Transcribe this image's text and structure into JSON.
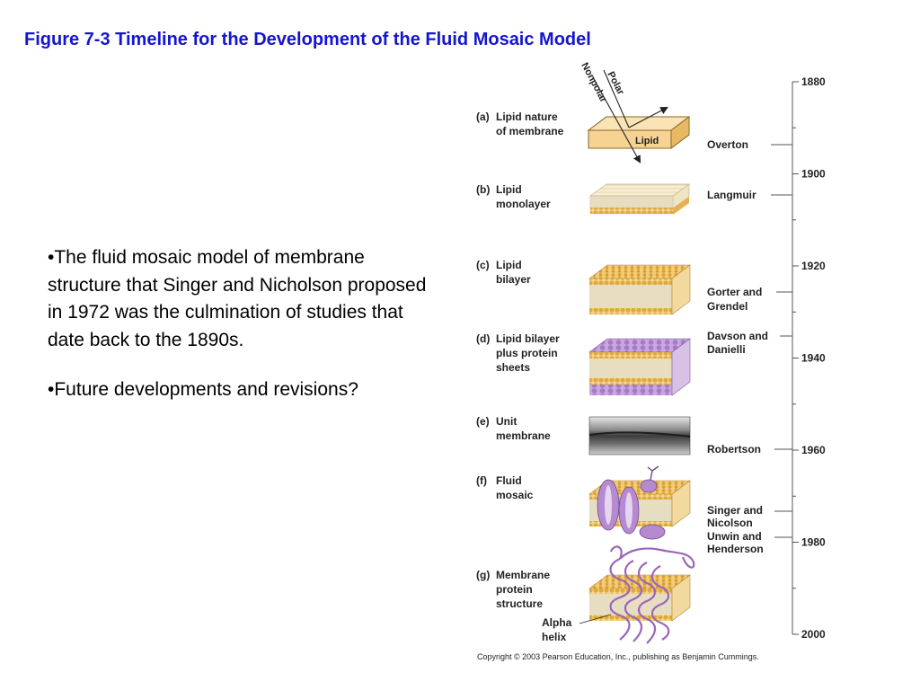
{
  "slide": {
    "title": "Figure 7-3 Timeline for the Development of the Fluid Mosaic Model",
    "bullets": [
      "•The fluid mosaic model of membrane structure that Singer and Nicholson proposed in 1972 was the culmination of studies that date back to the 1890s.",
      "•Future developments and revisions?"
    ]
  },
  "figure": {
    "stages": [
      {
        "letter": "(a)",
        "lines": [
          "Lipid nature",
          "of membrane"
        ],
        "scientist": [
          "Overton"
        ]
      },
      {
        "letter": "(b)",
        "lines": [
          "Lipid",
          "monolayer"
        ],
        "scientist": [
          "Langmuir"
        ]
      },
      {
        "letter": "(c)",
        "lines": [
          "Lipid",
          "bilayer"
        ],
        "scientist": [
          "Gorter and",
          "Grendel"
        ]
      },
      {
        "letter": "(d)",
        "lines": [
          "Lipid bilayer",
          "plus protein",
          "sheets"
        ],
        "scientist": [
          "Davson and",
          "Danielli"
        ]
      },
      {
        "letter": "(e)",
        "lines": [
          "Unit",
          "membrane"
        ],
        "scientist": [
          "Robertson"
        ]
      },
      {
        "letter": "(f)",
        "lines": [
          "Fluid",
          "mosaic"
        ],
        "scientist": [
          "Singer and",
          "Nicolson"
        ]
      },
      {
        "letter": "(g)",
        "lines": [
          "Membrane",
          "protein",
          "structure"
        ],
        "scientist": [
          "Unwin and",
          "Henderson"
        ]
      }
    ],
    "timeline_years": [
      "1880",
      "1900",
      "1920",
      "1940",
      "1960",
      "1980",
      "2000"
    ],
    "cube_label": "Lipid",
    "polar_label": "Polar",
    "nonpolar_label": "Nonpolar",
    "helix_label": [
      "Alpha",
      "helix"
    ],
    "copyright": "Copyright © 2003 Pearson Education, Inc., publishing as Benjamin Cummings.",
    "colors": {
      "title": "#1515d0",
      "lipid_head": "#e2b24a",
      "lipid_slab": "#f5d28f",
      "protein": "#b58ad0",
      "timeline": "#555555"
    }
  }
}
